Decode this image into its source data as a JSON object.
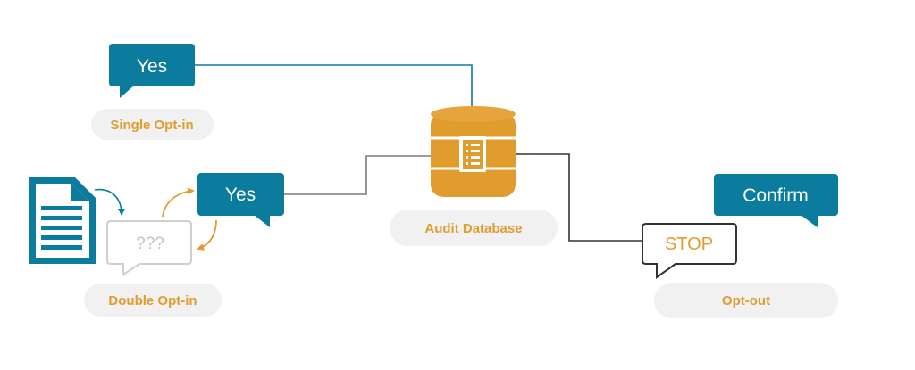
{
  "colors": {
    "teal": "#0b7c9e",
    "orange": "#e19c2e",
    "pill_bg": "#f1f1f1",
    "grey_line": "#7a7a7a",
    "dark_line": "#333333",
    "bubble_outline_light": "#cfcfcf"
  },
  "bubbles": {
    "single_yes": "Yes",
    "double_unknown": "???",
    "double_yes": "Yes",
    "stop": "STOP",
    "confirm": "Confirm"
  },
  "labels": {
    "single_optin": "Single Opt-in",
    "double_optin": "Double Opt-in",
    "audit_database": "Audit Database",
    "opt_out": "Opt-out"
  },
  "icons": {
    "document": "document-icon",
    "database": "database-icon",
    "checklist": "checklist-icon"
  }
}
